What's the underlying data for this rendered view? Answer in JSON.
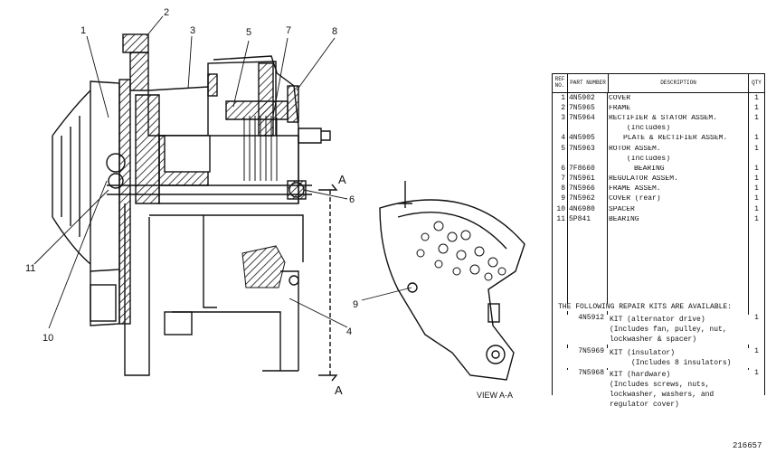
{
  "callouts": [
    "1",
    "2",
    "3",
    "5",
    "7",
    "8",
    "6",
    "4",
    "9",
    "10",
    "11"
  ],
  "section_marker": "A",
  "view_label": "VIEW A-A",
  "table": {
    "headers": {
      "ref": "REF NO.",
      "part_number": "PART NUMBER",
      "description": "DESCRIPTION",
      "qty": "QTY"
    },
    "rows": [
      {
        "ref": "1",
        "pn": "4N5902",
        "desc": "COVER",
        "qty": "1"
      },
      {
        "ref": "2",
        "pn": "7N5965",
        "desc": "FRAME",
        "qty": "1"
      },
      {
        "ref": "3",
        "pn": "7N5964",
        "desc": "RECTIFIER & STATOR ASSEM.",
        "qty": "1"
      },
      {
        "ref": "",
        "pn": "",
        "desc": "(Includes)",
        "qty": ""
      },
      {
        "ref": "4",
        "pn": "4N5905",
        "desc": "PLATE & RECTIFIER ASSEM.",
        "qty": "1"
      },
      {
        "ref": "5",
        "pn": "7N5963",
        "desc": "ROTOR ASSEM.",
        "qty": "1"
      },
      {
        "ref": "",
        "pn": "",
        "desc": "(Includes)",
        "qty": ""
      },
      {
        "ref": "6",
        "pn": "7F8660",
        "desc": "BEARING",
        "qty": "1"
      },
      {
        "ref": "7",
        "pn": "7N5961",
        "desc": "REGULATOR ASSEM.",
        "qty": "1"
      },
      {
        "ref": "8",
        "pn": "7N5966",
        "desc": "FRAME ASSEM.",
        "qty": "1"
      },
      {
        "ref": "9",
        "pn": "7N5962",
        "desc": "COVER (rear)",
        "qty": "1"
      },
      {
        "ref": "10",
        "pn": "4N6980",
        "desc": "SPACER",
        "qty": "1"
      },
      {
        "ref": "11",
        "pn": "5P841",
        "desc": "BEARING",
        "qty": "1"
      }
    ],
    "kits_title": "THE FOLLOWING REPAIR KITS ARE AVAILABLE:",
    "kits": [
      {
        "pn": "4N5912",
        "lines": [
          "KIT (alternator drive)",
          "(Includes fan, pulley, nut,",
          "lockwasher & spacer)"
        ],
        "qty": "1"
      },
      {
        "pn": "7N5969",
        "lines": [
          "KIT (insulator)",
          "(Includes 8 insulators)"
        ],
        "qty": "1"
      },
      {
        "pn": "7N5968",
        "lines": [
          "KIT (hardware)",
          "(Includes screws, nuts,",
          "lockwasher, washers, and",
          "regulator cover)"
        ],
        "qty": "1"
      }
    ]
  },
  "drawing_number": "216657"
}
